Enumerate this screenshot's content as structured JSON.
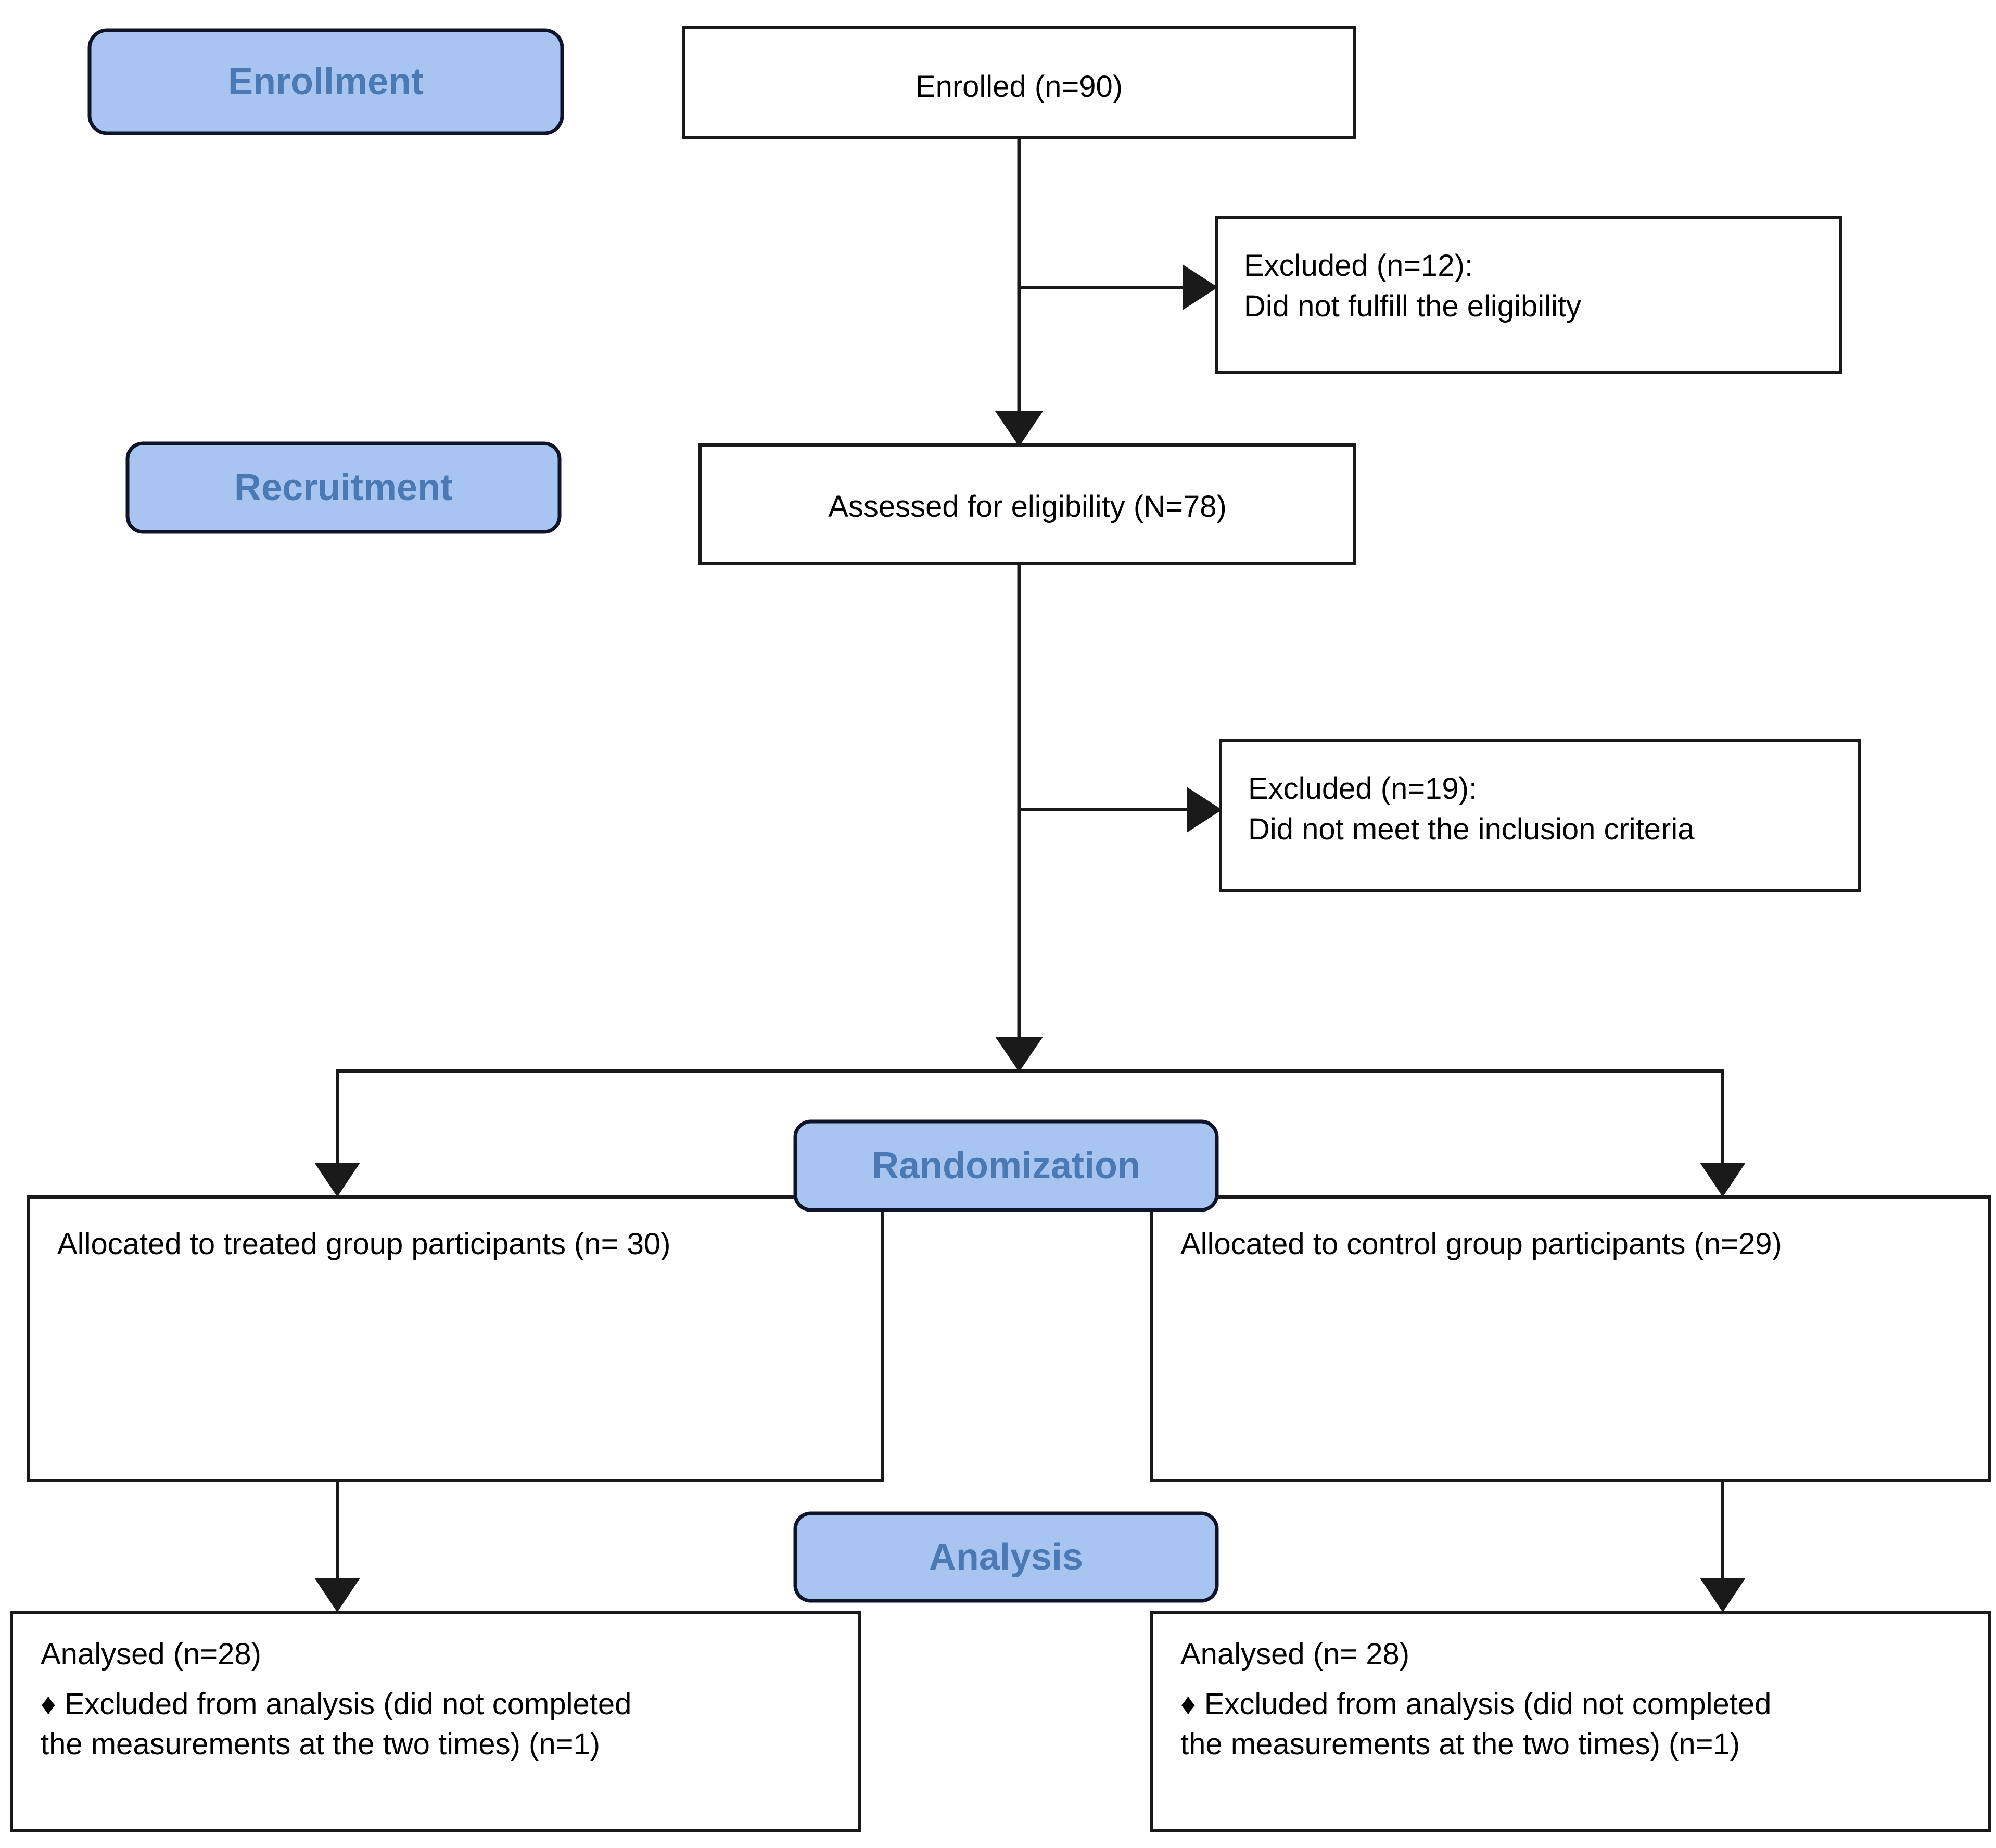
{
  "diagram": {
    "title": "CONSORT participant flow diagram",
    "colors": {
      "pill_fill": "#a8c5f2",
      "pill_border": "#10142b",
      "pill_text": "#4a79b4",
      "box_fill": "#ffffff",
      "box_border": "#1a1a1a",
      "text": "#000000"
    },
    "stage_labels": {
      "enrollment": "Enrollment",
      "recruitment": "Recruitment",
      "randomization": "Randomization",
      "analysis": "Analysis"
    },
    "nodes": {
      "enrolled": "Enrolled (n=90)",
      "excluded_eligibility": "Excluded (n=12):\nDid not fulfill the eligibility",
      "assessed": "Assessed for eligibility (N=78)",
      "excluded_inclusion": "Excluded (n=19):\nDid not meet the inclusion criteria",
      "allocated_treated": "Allocated to treated group participants (n= 30)",
      "allocated_control": "Allocated to control group participants (n=29)",
      "analysed_treated_line1": "Analysed  (n=28)",
      "analysed_treated_line2": "♦ Excluded from analysis (did not completed",
      "analysed_treated_line3": "the measurements at the two times) (n=1)",
      "analysed_control_line1": "Analysed  (n= 28)",
      "analysed_control_line2": "♦ Excluded from analysis (did not completed",
      "analysed_control_line3": "the measurements at the two times) (n=1)"
    }
  }
}
